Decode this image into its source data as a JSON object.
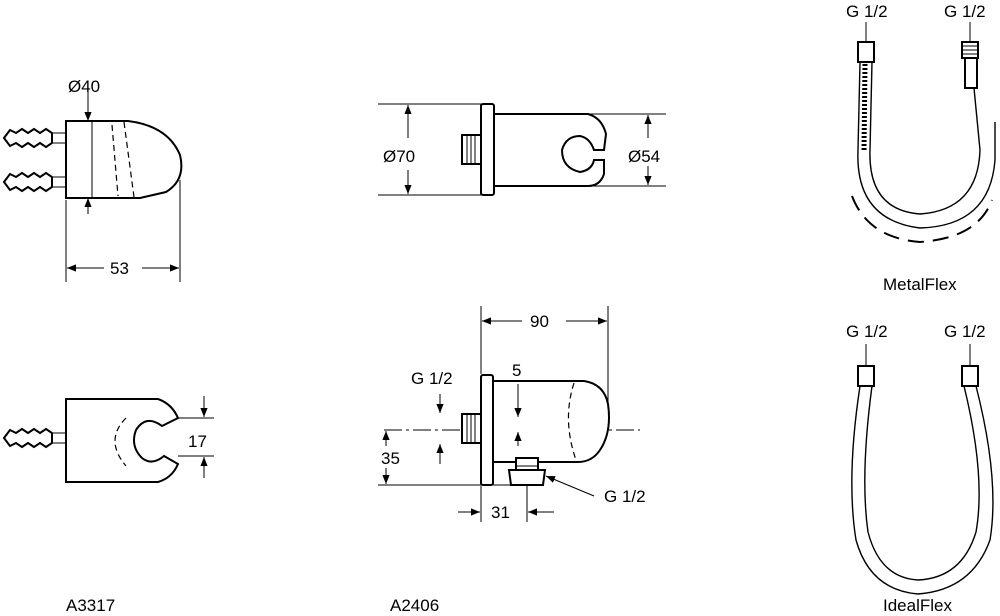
{
  "labels": {
    "a3317_diameter": "Ø40",
    "a3317_width": "53",
    "a3317_slot": "17",
    "a3317_code": "A3317",
    "a2406_diameter_outer": "Ø70",
    "a2406_diameter_inner": "Ø54",
    "a2406_length": "90",
    "a2406_offset": "5",
    "a2406_thread_inlet": "G 1/2",
    "a2406_height": "35",
    "a2406_outlet_offset": "31",
    "a2406_thread_outlet": "G 1/2",
    "a2406_code": "A2406",
    "metalflex_thread_left": "G 1/2",
    "metalflex_thread_right": "G 1/2",
    "metalflex_name": "MetalFlex",
    "idealflex_thread_left": "G 1/2",
    "idealflex_thread_right": "G 1/2",
    "idealflex_name": "IdealFlex"
  }
}
